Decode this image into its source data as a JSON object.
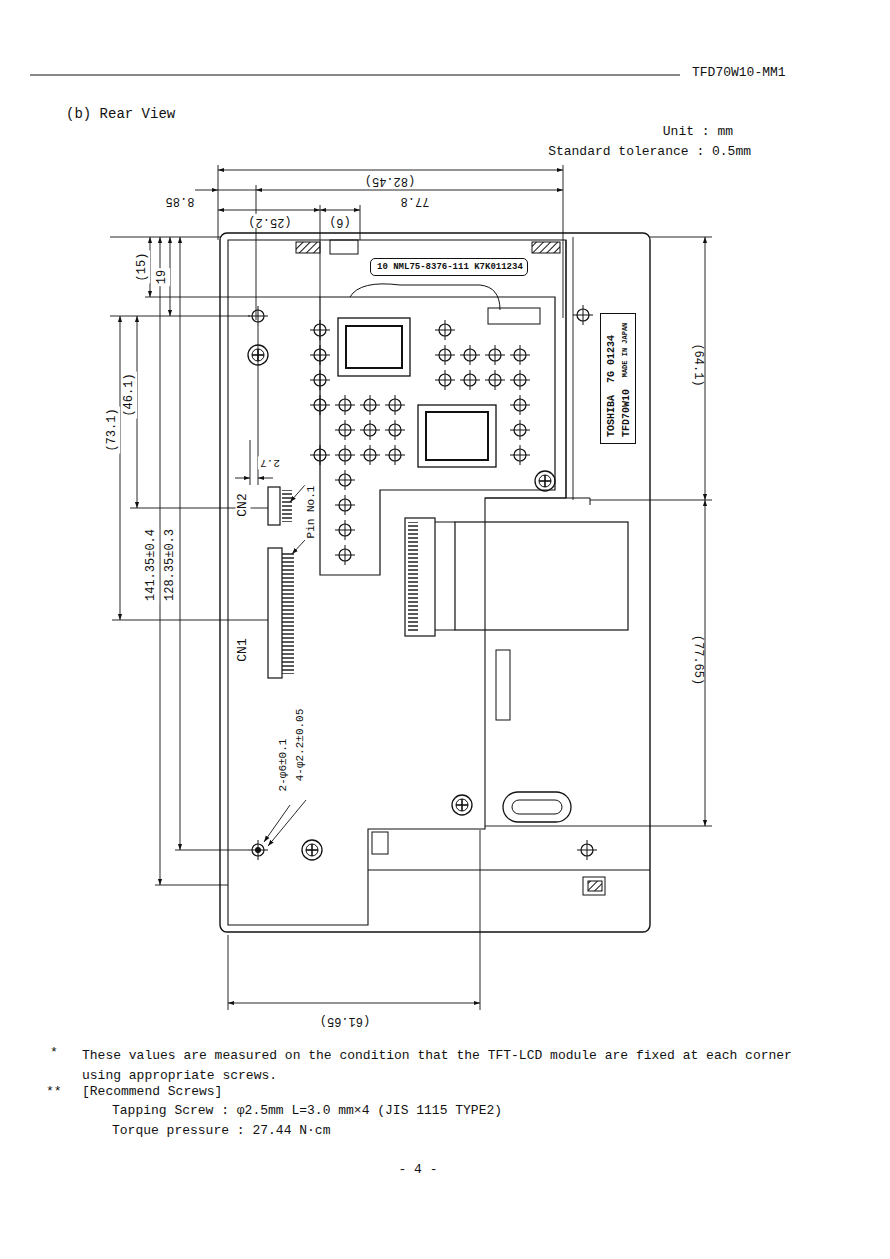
{
  "diagram": {
    "title": "(b) Rear View",
    "nodes": [
      {
        "text": [
          "10 NML75-8376-111 K7K011234"
        ]
      },
      {
        "text": [
          "TOSHIBA",
          "7G 01234",
          "TFD70W10",
          "MADE IN JAPAN"
        ]
      }
    ],
    "labels": [
      "TFD70W10-MM1",
      "Unit : mm",
      "Standard tolerance : 0.5mm",
      "(82.45)",
      "8.85",
      "77.8",
      "(25.2)",
      "(6)",
      "(15)",
      "19",
      "(73.1)",
      "(46.1)",
      "2.7",
      "141.35±0.4",
      "128.35±0.3",
      "CN2",
      "CN1",
      "Pin No.1",
      "2-φ6±0.1",
      "4-φ2.2±0.05",
      "(64.1)",
      "(77.65)",
      "(61.65)",
      "*",
      "These values are measured on the condition that the TFT-LCD module are fixed at each corner using appropriate screws.",
      "**",
      "[Recommend Screws]",
      "Tapping Screw : φ2.5mm L=3.0 mm×4 (JIS 1115 TYPE2)",
      "Torque pressure : 27.44 N·cm",
      "- 4 -"
    ]
  }
}
